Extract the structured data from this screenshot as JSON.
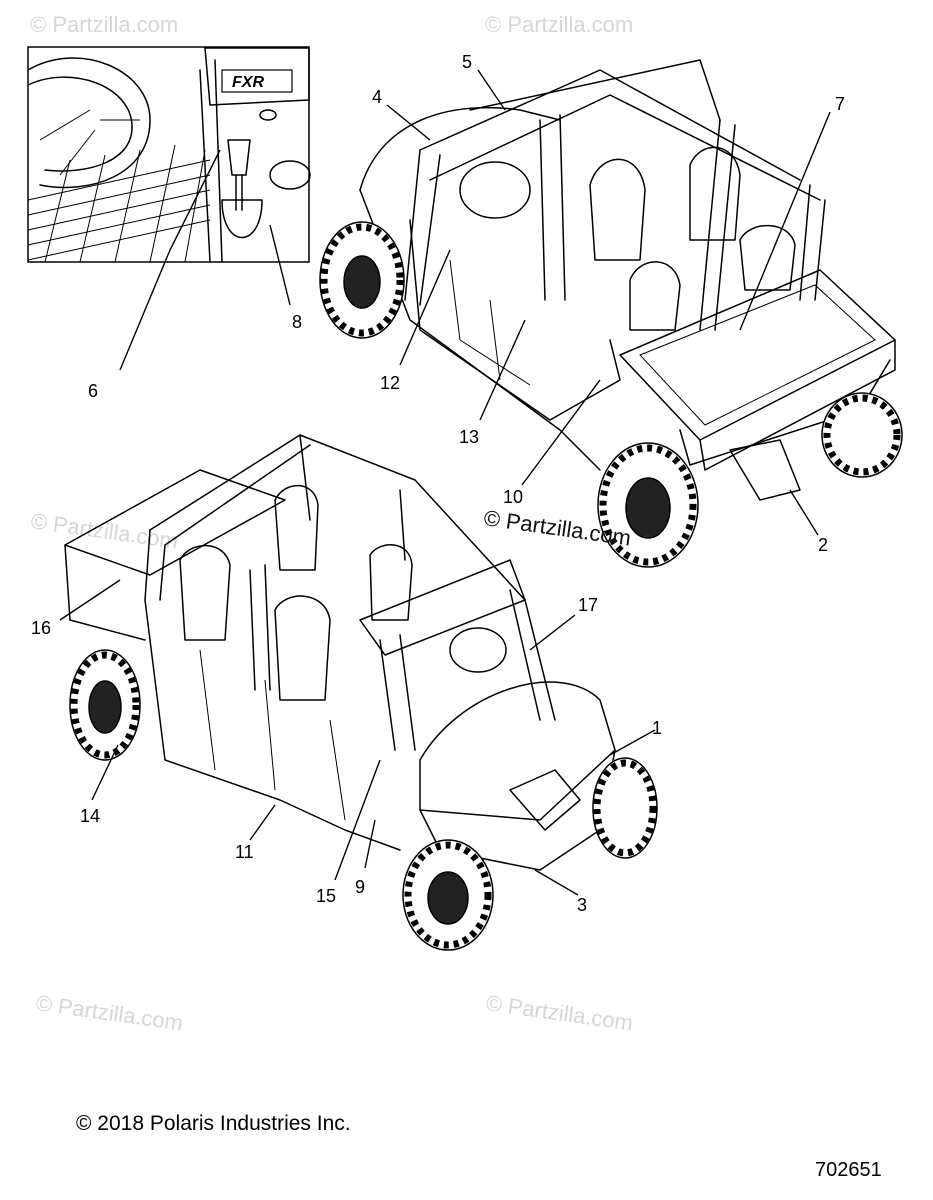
{
  "watermarks": [
    "© Partzilla.com",
    "© Partzilla.com",
    "© Partzilla.com",
    "© Partzilla.com",
    "© Partzilla.com"
  ],
  "center_watermark": "© Partzilla.com",
  "inset": {
    "badge_text": "FXR"
  },
  "callouts": [
    "1",
    "2",
    "3",
    "4",
    "5",
    "6",
    "7",
    "8",
    "9",
    "10",
    "11",
    "12",
    "13",
    "14",
    "15",
    "16",
    "17"
  ],
  "footer": {
    "copyright": "© 2018 Polaris Industries Inc.",
    "diagram_number": "702651"
  }
}
